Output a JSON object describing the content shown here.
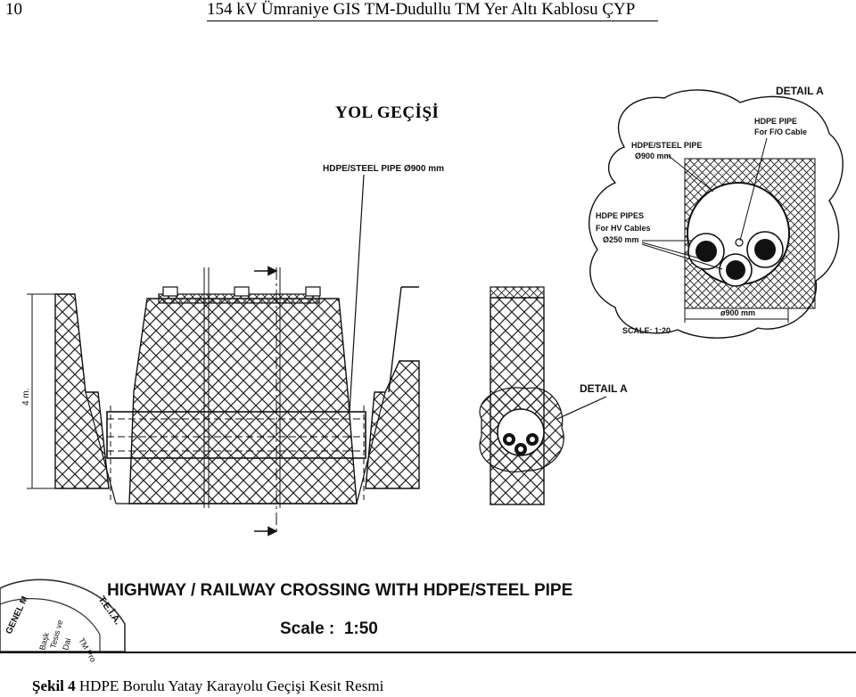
{
  "header": {
    "page_number": "10",
    "title": "154 kV Ümraniye GIS TM-Dudullu TM Yer Altı Kablosu ÇYP"
  },
  "section_title": "YOL GEÇİŞİ",
  "drawing": {
    "pipe_label": "HDPE/STEEL PIPE Ø900 mm",
    "depth_label": "4 m.",
    "detail_ref_label": "DETAIL A",
    "main_title": "HIGHWAY / RAILWAY CROSSING WITH HDPE/STEEL PIPE",
    "scale_label": "Scale :  1:50",
    "stamp_text_1": "GENEL M",
    "stamp_text_2": "Tesis ve",
    "stamp_text_3": "Dai",
    "stamp_text_4": "Başk",
    "stamp_text_5": "TM Pro",
    "stamp_text_6": "T.E.İ.A."
  },
  "detail": {
    "title": "DETAIL A",
    "fo_pipe_label_1": "HDPE PIPE",
    "fo_pipe_label_2": "For F/O Cable",
    "steel_pipe_label_1": "HDPE/STEEL PIPE",
    "steel_pipe_label_2": "Ø900 mm",
    "hv_pipes_label_1": "HDPE PIPES",
    "hv_pipes_label_2": "For HV Cables",
    "hv_pipes_label_3": "Ø250 mm",
    "width_label": "ø900 mm",
    "scale_label": "SCALE: 1:20"
  },
  "caption": {
    "figure_label": "Şekil 4",
    "figure_text": " HDPE Borulu Yatay Karayolu Geçişi Kesit Resmi"
  }
}
